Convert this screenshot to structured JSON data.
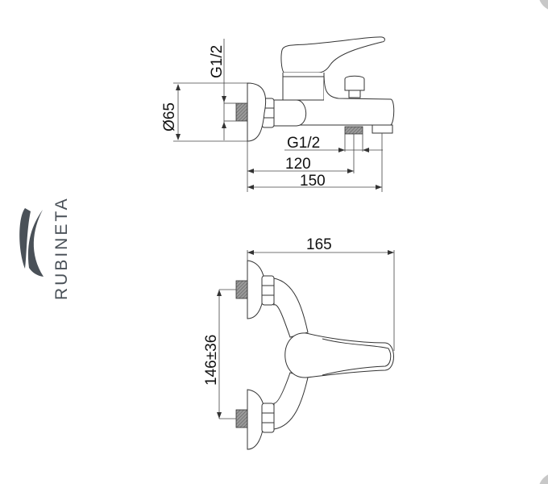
{
  "brand": {
    "name": "RUBINETA",
    "color": "#4a5158"
  },
  "side_view": {
    "dims": {
      "inlet_thread": "G1/2",
      "flange_diameter": "Ø65",
      "outlet_thread": "G1/2",
      "outlet_offset": "120",
      "spout_offset": "150"
    }
  },
  "top_view": {
    "dims": {
      "projection": "165",
      "inlet_spacing": "146±36"
    }
  },
  "colors": {
    "line": "#333333",
    "thread": "#8a8a8a",
    "corner": "#c8c8c8"
  }
}
